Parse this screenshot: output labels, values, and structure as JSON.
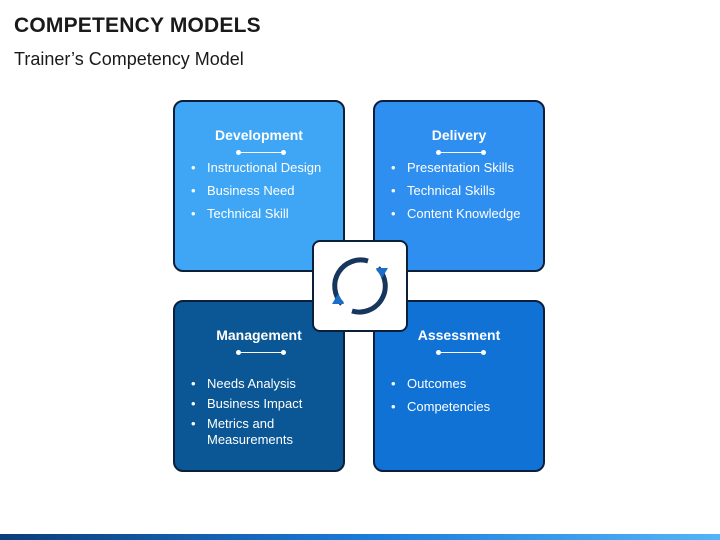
{
  "header": {
    "title": "COMPETENCY MODELS",
    "subtitle": "Trainer’s Competency Model"
  },
  "quadrants": {
    "development": {
      "heading": "Development",
      "color": "#3fa6f5",
      "items": [
        "Instructional Design",
        "Business Need",
        "Technical Skill"
      ]
    },
    "delivery": {
      "heading": "Delivery",
      "color": "#2f8ff0",
      "items": [
        "Presentation Skills",
        "Technical Skills",
        "Content Knowledge"
      ]
    },
    "management": {
      "heading": "Management",
      "color": "#0b5694",
      "items": [
        "Needs Analysis",
        "Business Impact",
        "Metrics and Measurements"
      ]
    },
    "assessment": {
      "heading": "Assessment",
      "color": "#1172d6",
      "items": [
        "Outcomes",
        "Competencies"
      ]
    }
  },
  "center": {
    "icon": "cycle-arrows-icon",
    "color": "#17365d"
  },
  "colors": {
    "outline": "#0b1f3a",
    "text": "#1a1a1a"
  }
}
